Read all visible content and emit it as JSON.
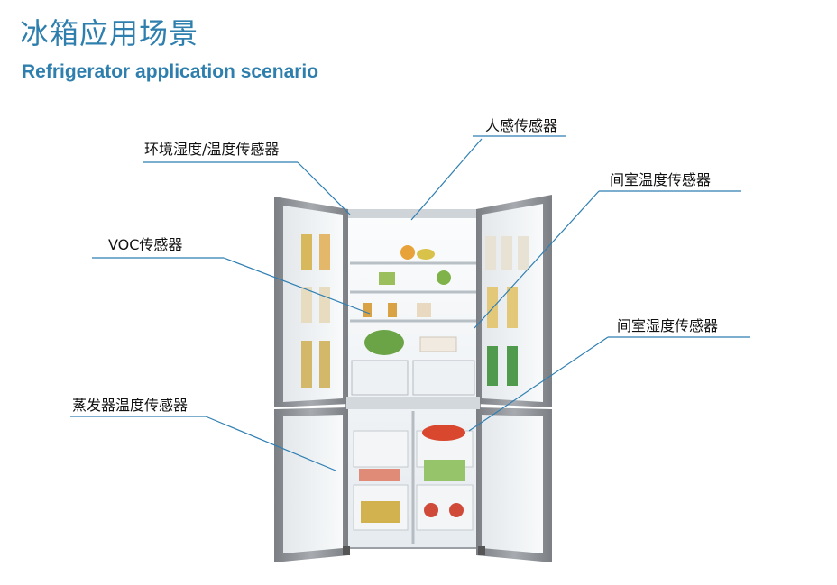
{
  "header": {
    "title_cn": "冰箱应用场景",
    "title_en": "Refrigerator application scenario"
  },
  "labels": {
    "human_sensor": "人感传感器",
    "ambient_sensor": "环境湿度/温度传感器",
    "compartment_temp_sensor": "间室温度传感器",
    "voc_sensor": "VOC传感器",
    "compartment_humidity_sensor": "间室湿度传感器",
    "evaporator_temp_sensor": "蒸发器温度传感器"
  },
  "colors": {
    "title": "#2e7fae",
    "callout_line": "#2f7fb2",
    "fridge_frame": "#8a8e93",
    "fridge_interior": "#f1f4f6"
  },
  "icons": {
    "appliance": "refrigerator-illustration"
  }
}
